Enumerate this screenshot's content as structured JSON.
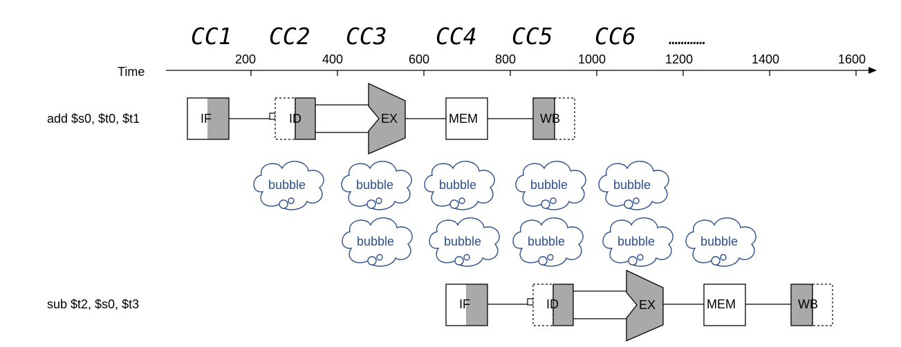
{
  "cc_labels": [
    "CC1",
    "CC2",
    "CC3",
    "CC4",
    "CC5",
    "CC6",
    "…………"
  ],
  "timeline": {
    "title": "Time",
    "ticks": [
      "200",
      "400",
      "600",
      "800",
      "1000",
      "1200",
      "1400",
      "1600"
    ]
  },
  "instructions": [
    {
      "text": "add $s0, $t0, $t1",
      "stages": {
        "if": "IF",
        "id": "ID",
        "ex": "EX",
        "mem": "MEM",
        "wb": "WB"
      }
    },
    {
      "text": "sub $t2, $s0, $t3",
      "stages": {
        "if": "IF",
        "id": "ID",
        "ex": "EX",
        "mem": "MEM",
        "wb": "WB"
      }
    }
  ],
  "bubbles": {
    "row1": [
      "bubble",
      "bubble",
      "bubble",
      "bubble",
      "bubble"
    ],
    "row2": [
      "bubble",
      "bubble",
      "bubble",
      "bubble",
      "bubble"
    ]
  },
  "colors": {
    "shade": "#a9a9a9",
    "bubble": "#2b4f8a"
  }
}
